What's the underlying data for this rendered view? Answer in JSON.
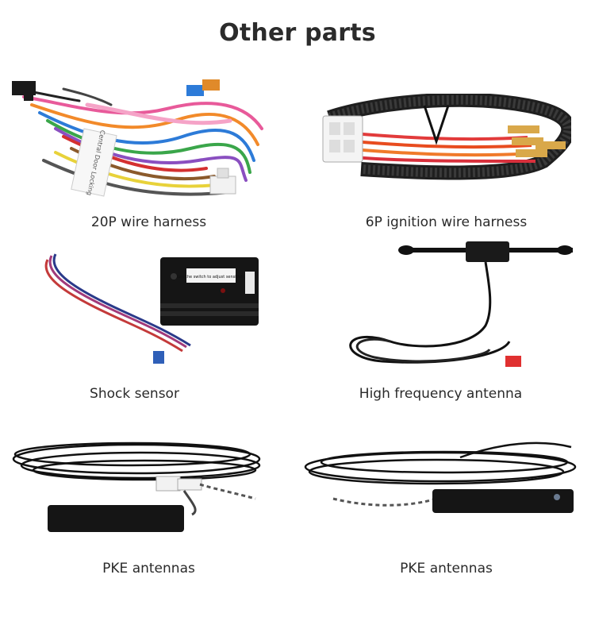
{
  "page": {
    "title": "Other parts"
  },
  "parts": [
    {
      "label": "20P wire harness",
      "tag_text": "Central Door Locking"
    },
    {
      "label": "6P ignition wire harness"
    },
    {
      "label": "Shock sensor",
      "device_sticker": "Turn the switch to adjust sensitivity"
    },
    {
      "label": "High frequency antenna"
    },
    {
      "label": "PKE antennas"
    },
    {
      "label": "PKE antennas"
    }
  ]
}
